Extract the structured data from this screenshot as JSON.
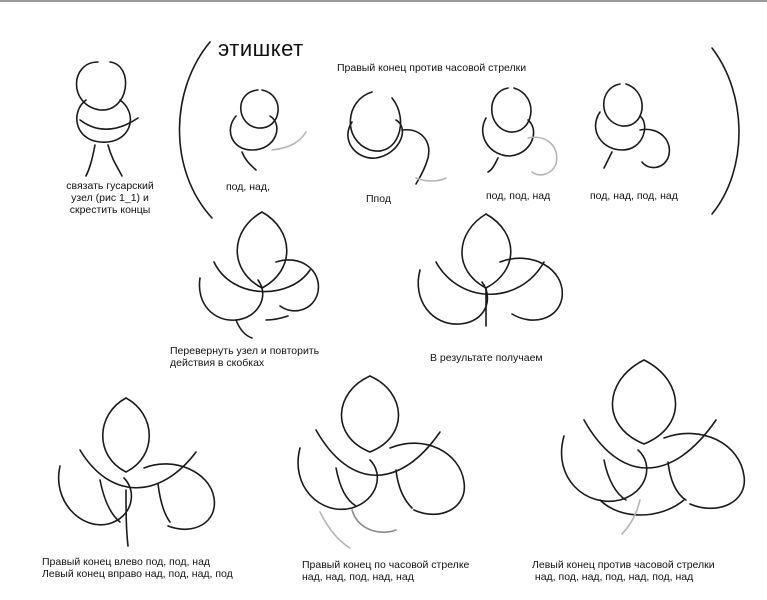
{
  "title": "этишкет",
  "subtitle": "Правый  конец против часовой стрелки",
  "steps": {
    "s1": [
      "связать гусарский",
      "узел (рис 1_1) и",
      "скрестить концы"
    ],
    "s2": "под, над,",
    "s3": "Ппод",
    "s4": "под, под, над",
    "s5": "под, над, под, над",
    "s6": [
      "Перевернуть узел и повторить",
      "действия в скобках"
    ],
    "s7": "В результате получаем",
    "s8": [
      "Правый  конец влево под, под, над",
      "Левый конец вправо над, под, над, под"
    ],
    "s9": [
      "Правый  конец по часовой стрелке",
      "над, над, под, над, над"
    ],
    "s10": [
      "Левый конец против часовой стрелки",
      " над, под, над, под, над, под, над"
    ]
  }
}
